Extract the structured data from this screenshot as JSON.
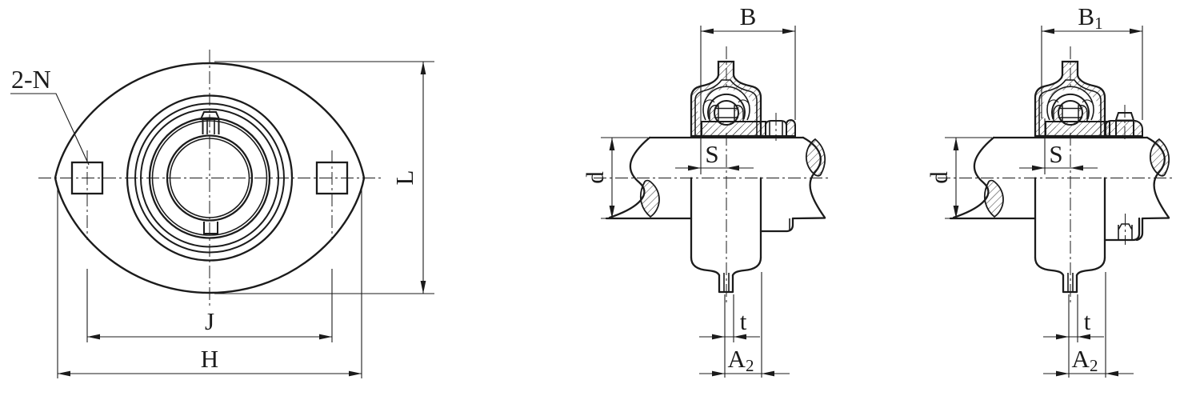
{
  "drawing": {
    "background": "#ffffff",
    "line_color": "#1b1b1b",
    "views": {
      "front": {
        "bolt_hole_label": "2-N",
        "height_label": "L",
        "bolt_spacing_label": "J",
        "overall_width_label": "H"
      },
      "section_common": {
        "center_offset_label": "S",
        "shaft_diameter_label": "d",
        "tab_thickness_label": "t",
        "a2_main": "A",
        "a2_sub": "2"
      },
      "section_b": {
        "width_label": "B"
      },
      "section_b1": {
        "width_main": "B",
        "width_sub": "1"
      }
    }
  }
}
